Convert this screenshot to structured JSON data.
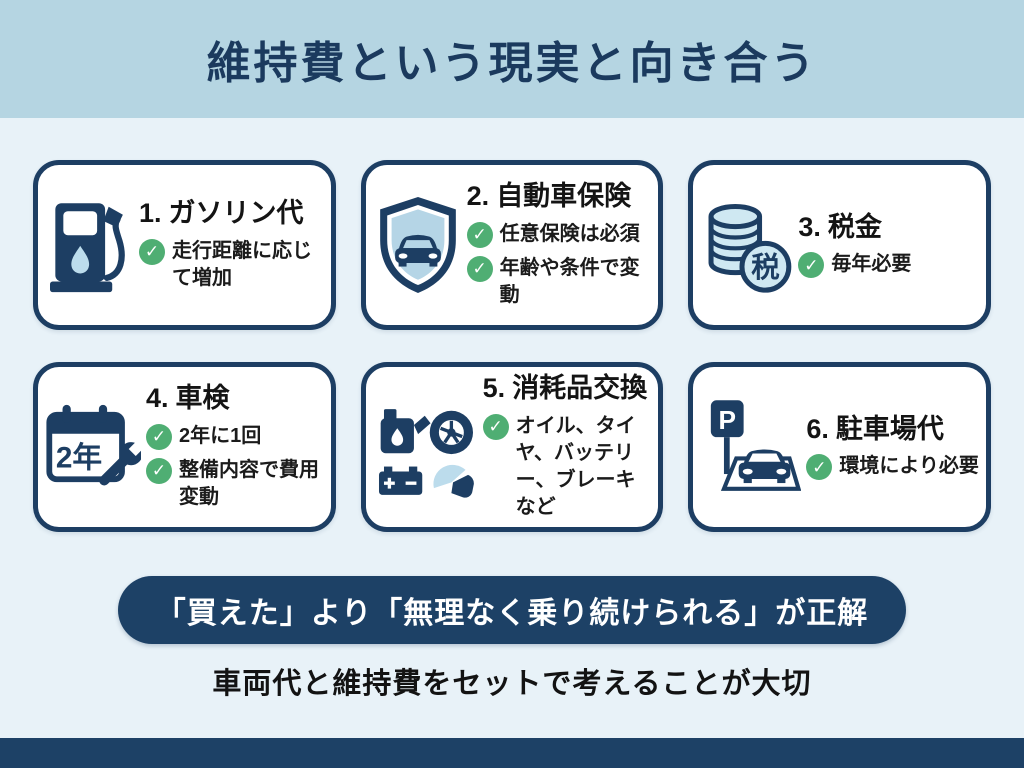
{
  "page": {
    "title": "維持費という現実と向き合う",
    "conclusion": "「買えた」より「無理なく乗り続けられる」が正解",
    "note": "車両代と維持費をセットで考えることが大切"
  },
  "cards": [
    {
      "number": "1.",
      "title": "ガソリン代",
      "icon": "fuel-pump",
      "checks": [
        "走行距離に応じて増加"
      ]
    },
    {
      "number": "2.",
      "title": "自動車保険",
      "icon": "shield-car",
      "checks": [
        "任意保険は必須",
        "年齢や条件で変動"
      ]
    },
    {
      "number": "3.",
      "title": "税金",
      "icon": "tax-coins",
      "badge": "税",
      "checks": [
        "毎年必要"
      ]
    },
    {
      "number": "4.",
      "title": "車検",
      "icon": "calendar-wrench",
      "badge": "2年",
      "checks": [
        "2年に1回",
        "整備内容で費用変動"
      ]
    },
    {
      "number": "5.",
      "title": "消耗品交換",
      "icon": "consumable-parts",
      "checks": [
        "オイル、タイヤ、バッテリー、ブレーキなど"
      ]
    },
    {
      "number": "6.",
      "title": "駐車場代",
      "icon": "parking-sign",
      "badge": "P",
      "checks": [
        "環境により必要"
      ]
    }
  ],
  "check_mark": "✓",
  "colors": {
    "navy": "#1d3e63",
    "navy_dark": "#1d4166",
    "header_band": "#b5d5e2",
    "background": "#e8f2f8",
    "card_bg": "#ffffff",
    "green_check": "#4fae73",
    "icon_light_blue": "#bcdcec",
    "title_text": "#1b3a5e",
    "body_text": "#1b1b1b"
  }
}
